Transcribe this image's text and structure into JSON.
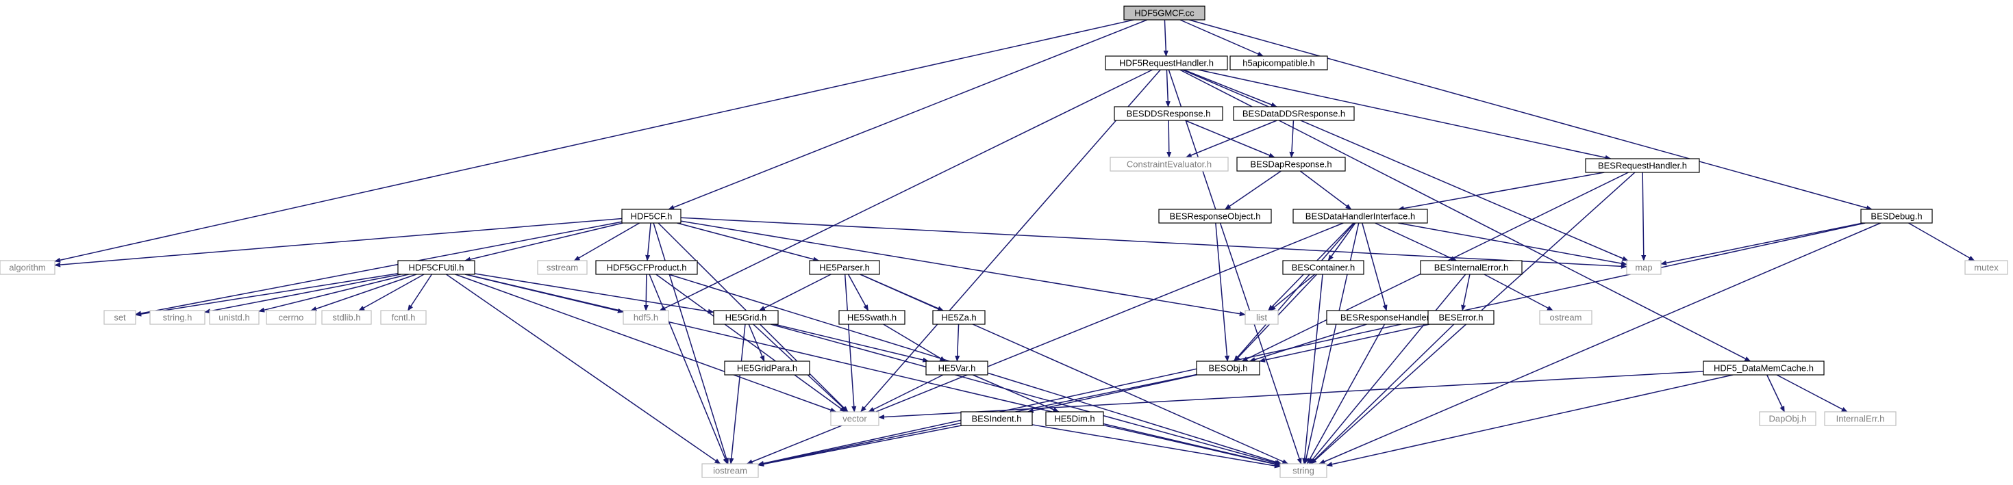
{
  "colors": {
    "edge": "#191970",
    "root_fill": "#bfbfbf",
    "node_border": "#000000",
    "external_border": "#bfbfbf",
    "external_text": "#7f7f7f"
  },
  "nodes": [
    {
      "id": "HDF5GMCF_cc",
      "label": "HDF5GMCF.cc",
      "kind": "root"
    },
    {
      "id": "HDF5RequestHandler_h",
      "label": "HDF5RequestHandler.h",
      "kind": "normal"
    },
    {
      "id": "h5apicompatible_h",
      "label": "h5apicompatible.h",
      "kind": "normal"
    },
    {
      "id": "BESDDSResponse_h",
      "label": "BESDDSResponse.h",
      "kind": "normal"
    },
    {
      "id": "BESDataDDSResponse_h",
      "label": "BESDataDDSResponse.h",
      "kind": "normal"
    },
    {
      "id": "ConstraintEvaluator_h",
      "label": "ConstraintEvaluator.h",
      "kind": "external"
    },
    {
      "id": "BESDapResponse_h",
      "label": "BESDapResponse.h",
      "kind": "normal"
    },
    {
      "id": "BESRequestHandler_h",
      "label": "BESRequestHandler.h",
      "kind": "normal"
    },
    {
      "id": "BESResponseObject_h",
      "label": "BESResponseObject.h",
      "kind": "normal"
    },
    {
      "id": "BESDataHandlerInterface_h",
      "label": "BESDataHandlerInterface.h",
      "kind": "normal"
    },
    {
      "id": "BESDebug_h",
      "label": "BESDebug.h",
      "kind": "normal"
    },
    {
      "id": "HDF5CF_h",
      "label": "HDF5CF.h",
      "kind": "normal"
    },
    {
      "id": "algorithm",
      "label": "algorithm",
      "kind": "external"
    },
    {
      "id": "HDF5CFUtil_h",
      "label": "HDF5CFUtil.h",
      "kind": "normal"
    },
    {
      "id": "sstream",
      "label": "sstream",
      "kind": "external"
    },
    {
      "id": "HDF5GCFProduct_h",
      "label": "HDF5GCFProduct.h",
      "kind": "normal"
    },
    {
      "id": "HE5Parser_h",
      "label": "HE5Parser.h",
      "kind": "normal"
    },
    {
      "id": "BESContainer_h",
      "label": "BESContainer.h",
      "kind": "normal"
    },
    {
      "id": "BESInternalError_h",
      "label": "BESInternalError.h",
      "kind": "normal"
    },
    {
      "id": "map",
      "label": "map",
      "kind": "external"
    },
    {
      "id": "mutex",
      "label": "mutex",
      "kind": "external"
    },
    {
      "id": "set",
      "label": "set",
      "kind": "external"
    },
    {
      "id": "string_h",
      "label": "string.h",
      "kind": "external"
    },
    {
      "id": "unistd_h",
      "label": "unistd.h",
      "kind": "external"
    },
    {
      "id": "cerrno",
      "label": "cerrno",
      "kind": "external"
    },
    {
      "id": "stdlib_h",
      "label": "stdlib.h",
      "kind": "external"
    },
    {
      "id": "fcntl_h",
      "label": "fcntl.h",
      "kind": "external"
    },
    {
      "id": "hdf5_h",
      "label": "hdf5.h",
      "kind": "external"
    },
    {
      "id": "HE5Grid_h",
      "label": "HE5Grid.h",
      "kind": "normal"
    },
    {
      "id": "HE5Swath_h",
      "label": "HE5Swath.h",
      "kind": "normal"
    },
    {
      "id": "HE5Za_h",
      "label": "HE5Za.h",
      "kind": "normal"
    },
    {
      "id": "list",
      "label": "list",
      "kind": "external"
    },
    {
      "id": "BESResponseHandler_h",
      "label": "BESResponseHandler.h",
      "kind": "normal"
    },
    {
      "id": "BESError_h",
      "label": "BESError.h",
      "kind": "normal"
    },
    {
      "id": "ostream",
      "label": "ostream",
      "kind": "external"
    },
    {
      "id": "HE5GridPara_h",
      "label": "HE5GridPara.h",
      "kind": "normal"
    },
    {
      "id": "HE5Var_h",
      "label": "HE5Var.h",
      "kind": "normal"
    },
    {
      "id": "BESObj_h",
      "label": "BESObj.h",
      "kind": "normal"
    },
    {
      "id": "HDF5_DataMemCache_h",
      "label": "HDF5_DataMemCache.h",
      "kind": "normal"
    },
    {
      "id": "vector",
      "label": "vector",
      "kind": "external"
    },
    {
      "id": "BESIndent_h",
      "label": "BESIndent.h",
      "kind": "normal"
    },
    {
      "id": "HE5Dim_h",
      "label": "HE5Dim.h",
      "kind": "normal"
    },
    {
      "id": "DapObj_h",
      "label": "DapObj.h",
      "kind": "external"
    },
    {
      "id": "InternalErr_h",
      "label": "InternalErr.h",
      "kind": "external"
    },
    {
      "id": "iostream",
      "label": "iostream",
      "kind": "external"
    },
    {
      "id": "string",
      "label": "string",
      "kind": "external"
    }
  ],
  "edges": [
    [
      "HDF5GMCF_cc",
      "HDF5RequestHandler_h"
    ],
    [
      "HDF5GMCF_cc",
      "h5apicompatible_h"
    ],
    [
      "HDF5GMCF_cc",
      "HDF5CF_h"
    ],
    [
      "HDF5GMCF_cc",
      "algorithm"
    ],
    [
      "HDF5GMCF_cc",
      "BESDebug_h"
    ],
    [
      "HDF5RequestHandler_h",
      "BESDDSResponse_h"
    ],
    [
      "HDF5RequestHandler_h",
      "BESDataDDSResponse_h"
    ],
    [
      "HDF5RequestHandler_h",
      "BESRequestHandler_h"
    ],
    [
      "HDF5RequestHandler_h",
      "HDF5_DataMemCache_h"
    ],
    [
      "HDF5RequestHandler_h",
      "map"
    ],
    [
      "HDF5RequestHandler_h",
      "hdf5_h"
    ],
    [
      "HDF5RequestHandler_h",
      "vector"
    ],
    [
      "HDF5RequestHandler_h",
      "string"
    ],
    [
      "BESDDSResponse_h",
      "ConstraintEvaluator_h"
    ],
    [
      "BESDDSResponse_h",
      "BESDapResponse_h"
    ],
    [
      "BESDataDDSResponse_h",
      "ConstraintEvaluator_h"
    ],
    [
      "BESDataDDSResponse_h",
      "BESDapResponse_h"
    ],
    [
      "BESDapResponse_h",
      "BESResponseObject_h"
    ],
    [
      "BESDapResponse_h",
      "BESDataHandlerInterface_h"
    ],
    [
      "BESRequestHandler_h",
      "BESDataHandlerInterface_h"
    ],
    [
      "BESRequestHandler_h",
      "map"
    ],
    [
      "BESRequestHandler_h",
      "BESObj_h"
    ],
    [
      "BESRequestHandler_h",
      "string"
    ],
    [
      "BESResponseObject_h",
      "BESObj_h"
    ],
    [
      "BESDataHandlerInterface_h",
      "map"
    ],
    [
      "BESDataHandlerInterface_h",
      "list"
    ],
    [
      "BESDataHandlerInterface_h",
      "BESContainer_h"
    ],
    [
      "BESDataHandlerInterface_h",
      "BESInternalError_h"
    ],
    [
      "BESDataHandlerInterface_h",
      "BESResponseHandler_h"
    ],
    [
      "BESDataHandlerInterface_h",
      "BESObj_h"
    ],
    [
      "BESDataHandlerInterface_h",
      "iostream"
    ],
    [
      "BESDataHandlerInterface_h",
      "string"
    ],
    [
      "BESDebug_h",
      "map"
    ],
    [
      "BESDebug_h",
      "mutex"
    ],
    [
      "BESDebug_h",
      "iostream"
    ],
    [
      "BESDebug_h",
      "string"
    ],
    [
      "HDF5CF_h",
      "algorithm"
    ],
    [
      "HDF5CF_h",
      "HDF5CFUtil_h"
    ],
    [
      "HDF5CF_h",
      "sstream"
    ],
    [
      "HDF5CF_h",
      "HDF5GCFProduct_h"
    ],
    [
      "HDF5CF_h",
      "HE5Parser_h"
    ],
    [
      "HDF5CF_h",
      "map"
    ],
    [
      "HDF5CF_h",
      "set"
    ],
    [
      "HDF5CF_h",
      "list"
    ],
    [
      "HDF5CF_h",
      "vector"
    ],
    [
      "HDF5CF_h",
      "iostream"
    ],
    [
      "HDF5CFUtil_h",
      "set"
    ],
    [
      "HDF5CFUtil_h",
      "string_h"
    ],
    [
      "HDF5CFUtil_h",
      "unistd_h"
    ],
    [
      "HDF5CFUtil_h",
      "cerrno"
    ],
    [
      "HDF5CFUtil_h",
      "stdlib_h"
    ],
    [
      "HDF5CFUtil_h",
      "fcntl_h"
    ],
    [
      "HDF5CFUtil_h",
      "hdf5_h"
    ],
    [
      "HDF5CFUtil_h",
      "HE5Grid_h"
    ],
    [
      "HDF5CFUtil_h",
      "vector"
    ],
    [
      "HDF5CFUtil_h",
      "iostream"
    ],
    [
      "HDF5CFUtil_h",
      "string"
    ],
    [
      "HDF5GCFProduct_h",
      "hdf5_h"
    ],
    [
      "HDF5GCFProduct_h",
      "vector"
    ],
    [
      "HDF5GCFProduct_h",
      "iostream"
    ],
    [
      "HDF5GCFProduct_h",
      "string"
    ],
    [
      "HE5Parser_h",
      "HE5Grid_h"
    ],
    [
      "HE5Parser_h",
      "HE5Swath_h"
    ],
    [
      "HE5Parser_h",
      "HE5Za_h"
    ],
    [
      "HE5Parser_h",
      "vector"
    ],
    [
      "HE5Parser_h",
      "string"
    ],
    [
      "HE5Grid_h",
      "HE5GridPara_h"
    ],
    [
      "HE5Grid_h",
      "HE5Var_h"
    ],
    [
      "HE5Grid_h",
      "vector"
    ],
    [
      "HE5Grid_h",
      "iostream"
    ],
    [
      "HE5Grid_h",
      "string"
    ],
    [
      "HE5Swath_h",
      "HE5Var_h"
    ],
    [
      "HE5Za_h",
      "HE5Var_h"
    ],
    [
      "HE5Var_h",
      "HE5Dim_h"
    ],
    [
      "HE5Var_h",
      "vector"
    ],
    [
      "HE5Dim_h",
      "string"
    ],
    [
      "BESContainer_h",
      "list"
    ],
    [
      "BESContainer_h",
      "BESObj_h"
    ],
    [
      "BESContainer_h",
      "string"
    ],
    [
      "BESInternalError_h",
      "BESError_h"
    ],
    [
      "BESInternalError_h",
      "ostream"
    ],
    [
      "BESInternalError_h",
      "string"
    ],
    [
      "BESResponseHandler_h",
      "BESObj_h"
    ],
    [
      "BESResponseHandler_h",
      "string"
    ],
    [
      "BESError_h",
      "BESObj_h"
    ],
    [
      "BESError_h",
      "string"
    ],
    [
      "BESObj_h",
      "BESIndent_h"
    ],
    [
      "BESObj_h",
      "iostream"
    ],
    [
      "BESIndent_h",
      "iostream"
    ],
    [
      "BESIndent_h",
      "string"
    ],
    [
      "HDF5_DataMemCache_h",
      "DapObj_h"
    ],
    [
      "HDF5_DataMemCache_h",
      "InternalErr_h"
    ],
    [
      "HDF5_DataMemCache_h",
      "vector"
    ],
    [
      "HDF5_DataMemCache_h",
      "string"
    ]
  ]
}
